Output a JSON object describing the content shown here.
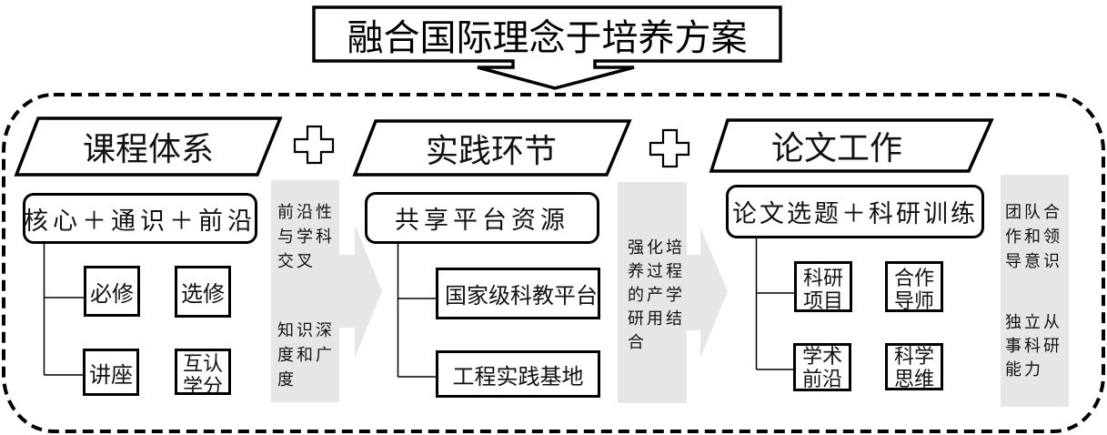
{
  "title": "融合国际理念于培养方案",
  "colors": {
    "stroke": "#000000",
    "panel_gray": "#e6e6e6",
    "background": "#ffffff",
    "text": "#111111"
  },
  "connector_icon": "plus-icon",
  "sections": [
    {
      "header": "课程体系",
      "main_box": "核心＋通识＋前沿",
      "items": [
        {
          "lines": [
            "必修"
          ]
        },
        {
          "lines": [
            "选修"
          ]
        },
        {
          "lines": [
            "讲座"
          ]
        },
        {
          "lines": [
            "互认",
            "学分"
          ]
        }
      ],
      "notes": [
        [
          "前沿性",
          "与学科",
          "交叉"
        ],
        [
          "知识深",
          "度和广",
          "度"
        ]
      ]
    },
    {
      "header": "实践环节",
      "main_box": "共享平台资源",
      "items": [
        {
          "lines": [
            "国家级科教平台"
          ]
        },
        {
          "lines": [
            "工程实践基地"
          ]
        }
      ],
      "notes": [
        [
          "强化培",
          "养过程",
          "的产学",
          "研用结",
          "合"
        ]
      ]
    },
    {
      "header": "论文工作",
      "main_box": "论文选题＋科研训练",
      "items": [
        {
          "lines": [
            "科研",
            "项目"
          ]
        },
        {
          "lines": [
            "合作",
            "导师"
          ]
        },
        {
          "lines": [
            "学术",
            "前沿"
          ]
        },
        {
          "lines": [
            "科学",
            "思维"
          ]
        }
      ],
      "notes": [
        [
          "团队合",
          "作和领",
          "导意识"
        ],
        [
          "独立从",
          "事科研",
          "能力"
        ]
      ]
    }
  ]
}
